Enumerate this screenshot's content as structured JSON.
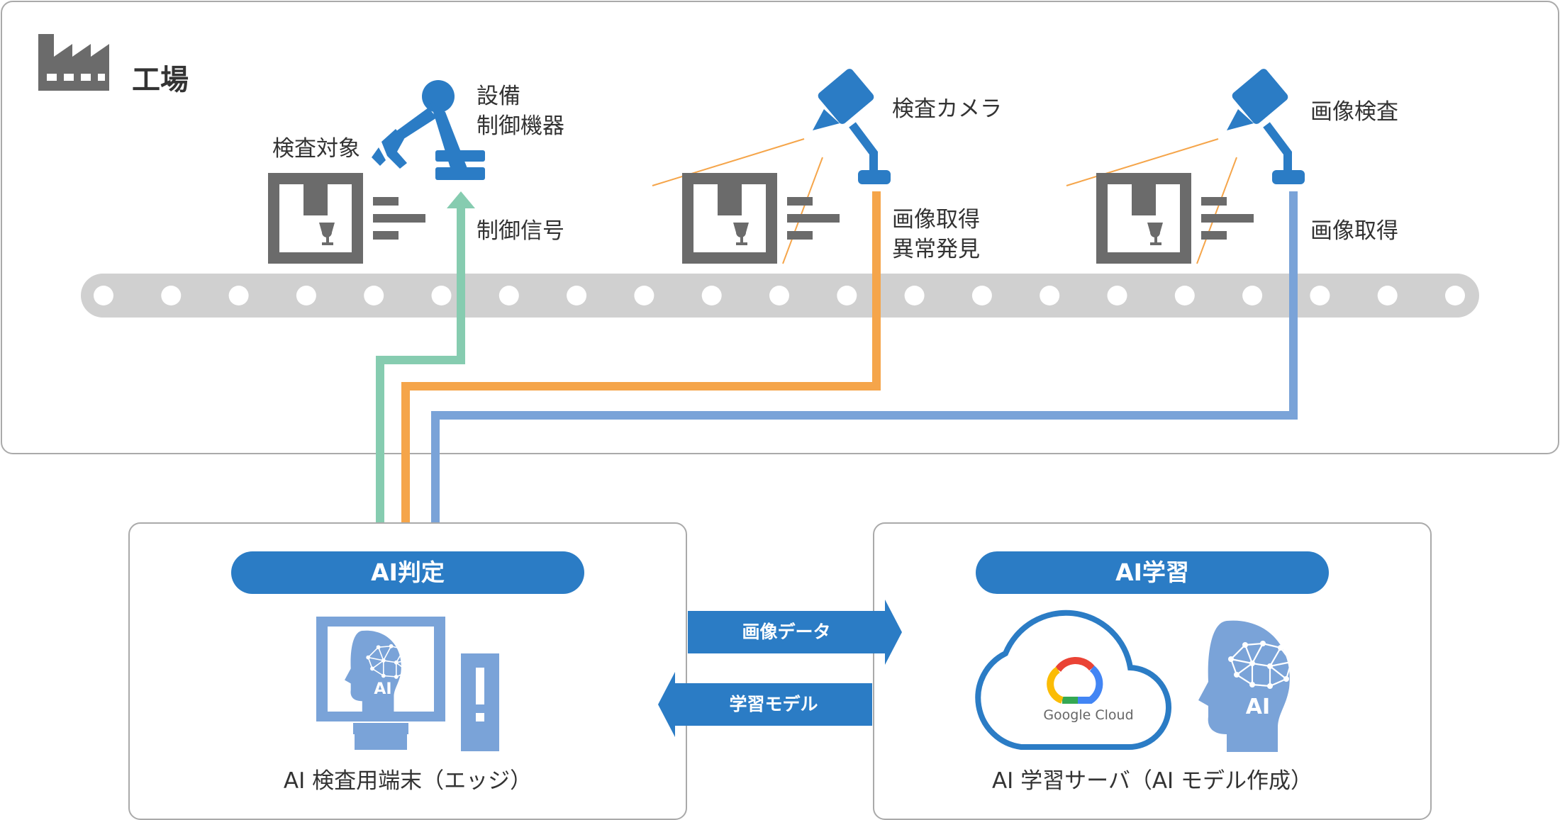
{
  "factory": {
    "title": "工場"
  },
  "labels": {
    "target": "検査対象",
    "equipment_line1": "設備",
    "equipment_line2": "制御機器",
    "control_signal": "制御信号",
    "camera": "検査カメラ",
    "capture_anomaly_line1": "画像取得",
    "capture_anomaly_line2": "異常発見",
    "image_inspection": "画像検査",
    "capture": "画像取得"
  },
  "edge": {
    "pill": "AI判定",
    "caption": "AI 検査用端末（エッジ）",
    "ai_badge": "AI"
  },
  "learning": {
    "pill": "AI学習",
    "caption": "AI 学習サーバ（AI モデル作成）",
    "cloud_text": "Google Cloud",
    "ai_badge": "AI"
  },
  "arrows": {
    "to_server": "画像データ",
    "to_edge": "学習モデル"
  },
  "colors": {
    "blue": "#2b7cc5",
    "light_blue": "#7aa3d8",
    "green": "#86ccb0",
    "orange": "#f5a54a",
    "gray": "#6b6b6b",
    "belt": "#d0d0d0",
    "border": "#aaaaaa"
  }
}
